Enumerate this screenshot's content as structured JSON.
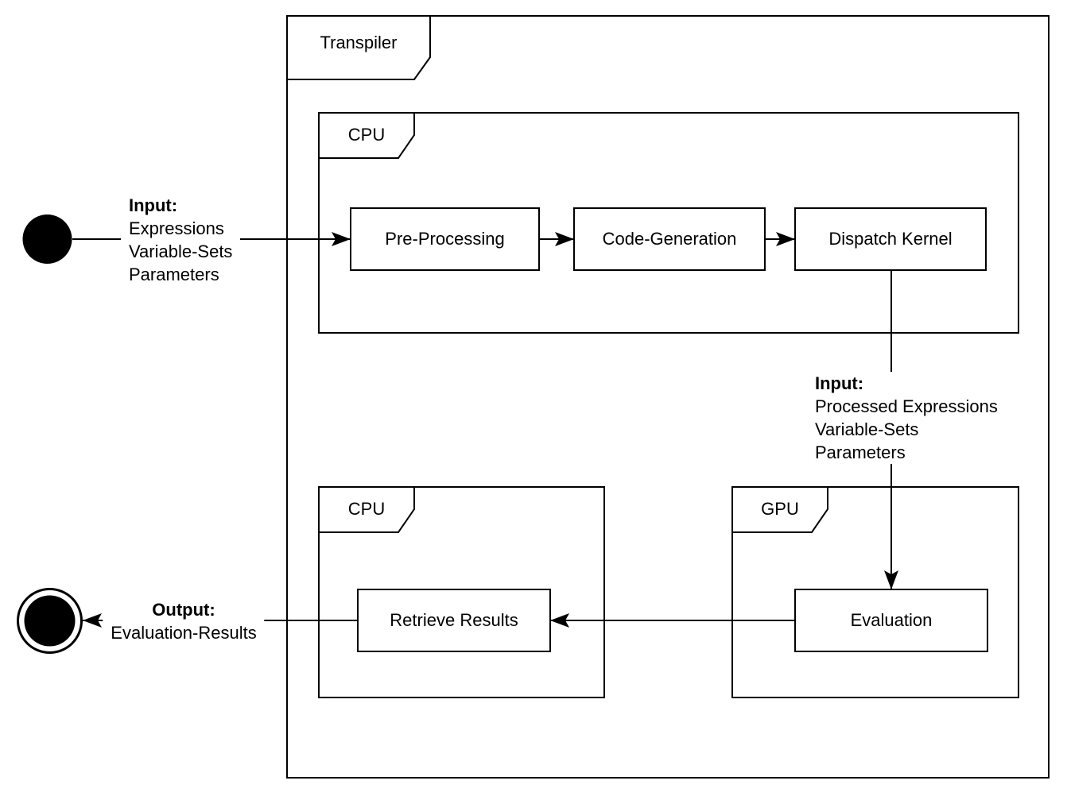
{
  "diagram": {
    "frames": {
      "transpiler": {
        "label": "Transpiler"
      },
      "cpu_top": {
        "label": "CPU"
      },
      "cpu_bottom": {
        "label": "CPU"
      },
      "gpu": {
        "label": "GPU"
      }
    },
    "nodes": {
      "pre_processing": {
        "label": "Pre-Processing"
      },
      "code_generation": {
        "label": "Code-Generation"
      },
      "dispatch_kernel": {
        "label": "Dispatch Kernel"
      },
      "evaluation": {
        "label": "Evaluation"
      },
      "retrieve_results": {
        "label": "Retrieve Results"
      }
    },
    "edge_labels": {
      "input_start": {
        "title": "Input:",
        "lines": [
          "Expressions",
          "Variable-Sets",
          "Parameters"
        ]
      },
      "input_gpu": {
        "title": "Input:",
        "lines": [
          "Processed Expressions",
          "Variable-Sets",
          "Parameters"
        ]
      },
      "output": {
        "title": "Output:",
        "lines": [
          "Evaluation-Results"
        ]
      }
    },
    "colors": {
      "stroke": "#000000",
      "background": "#ffffff"
    }
  }
}
